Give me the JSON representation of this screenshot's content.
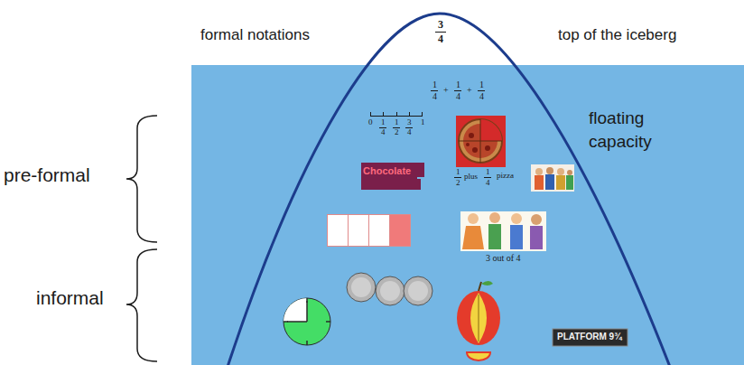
{
  "diagram": {
    "labels": [
      "formal notations",
      "3",
      "4",
      "top of the iceberg",
      "1",
      "4",
      "+",
      "1",
      "4",
      "+",
      "1",
      "4",
      "floating capacity",
      "pre-formal",
      "0",
      "1",
      "4",
      "1",
      "2",
      "3",
      "4",
      "1",
      "Chocolate",
      "1",
      "2",
      "plus",
      "1",
      "4",
      "pizza",
      "3 out of 4",
      "informal",
      "PLATFORM 9¾"
    ]
  }
}
